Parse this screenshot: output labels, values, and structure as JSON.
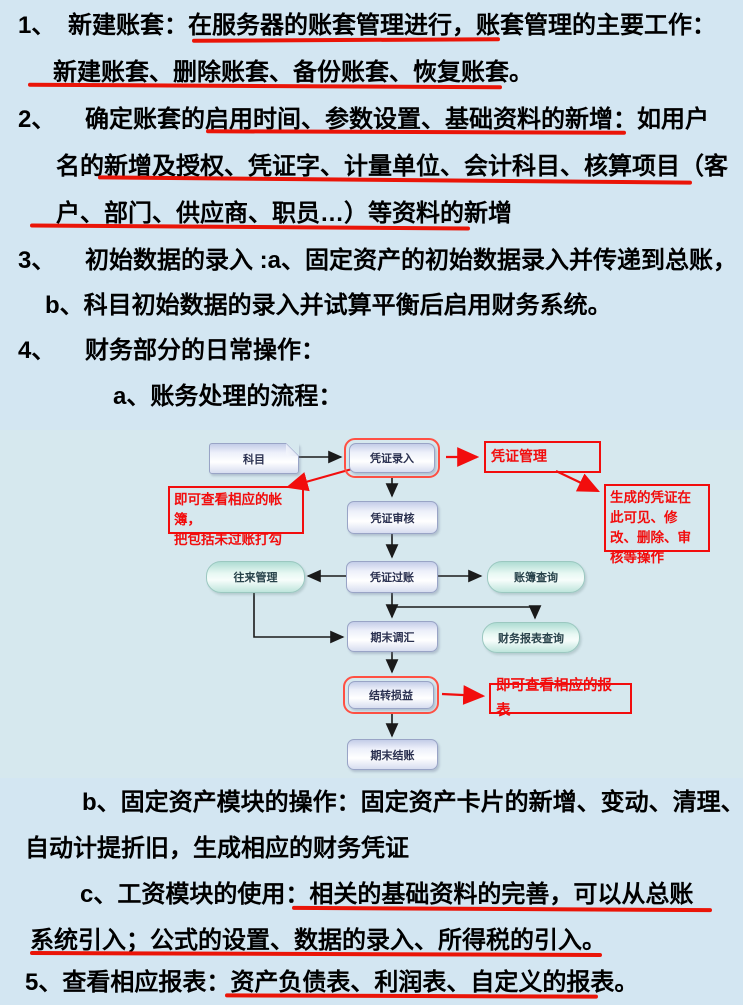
{
  "colors": {
    "page_bg": "#d3e6f2",
    "underline_red": "#ea1508",
    "annotation_red": "#f20d0d",
    "node_fill": "#eef1fa",
    "pill_fill": "#d9f3ec"
  },
  "document": {
    "lines": [
      {
        "num": "1、",
        "body": "新建账套：在服务器的账套管理进行，账套管理的主要工作："
      },
      {
        "body": "新建账套、删除账套、备份账套、恢复账套。"
      },
      {
        "num": "2、",
        "body": "确定账套的启用时间、参数设置、基础资料的新增：如用户"
      },
      {
        "body": "名的新增及授权、凭证字、计量单位、会计科目、核算项目（客"
      },
      {
        "body": "户、部门、供应商、职员…）等资料的新增"
      },
      {
        "num": "3、",
        "body": "初始数据的录入 :a、固定资产的初始数据录入并传递到总账，"
      },
      {
        "body": "b、科目初始数据的录入并试算平衡后启用财务系统。"
      },
      {
        "num": "4、",
        "body": "财务部分的日常操作："
      },
      {
        "body": "a、账务处理的流程："
      },
      {
        "body": "b、固定资产模块的操作：固定资产卡片的新增、变动、清理、"
      },
      {
        "body": "自动计提折旧，生成相应的财务凭证"
      },
      {
        "body": "c、工资模块的使用：相关的基础资料的完善，可以从总账"
      },
      {
        "body": "系统引入；公式的设置、数据的录入、所得税的引入。"
      },
      {
        "body": "5、查看相应报表：资产负债表、利润表、自定义的报表。"
      }
    ]
  },
  "flowchart": {
    "nodes": {
      "kemu": "科目",
      "pzlr": "凭证录入",
      "pzsh": "凭证审核",
      "pzgz": "凭证过账",
      "wlgl": "往来管理",
      "zbcx": "账簿查询",
      "qmth": "期末调汇",
      "cwbbcx": "财务报表查询",
      "jzsy": "结转损益",
      "qmjz": "期末结账"
    },
    "annotations": {
      "pzgl": "凭证管理",
      "left_note_l1": "即可查看相应的帐簿，",
      "left_note_l2": "把包括未过账打勾",
      "right_note": "生成的凭证在此可见、修改、删除、审核等操作",
      "report_note": "即可查看相应的报表"
    }
  }
}
